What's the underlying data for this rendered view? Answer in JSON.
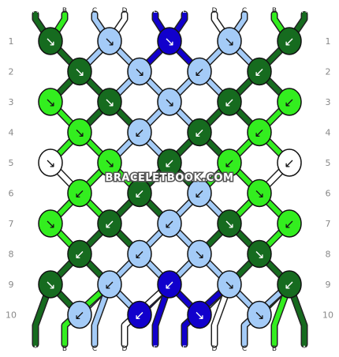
{
  "watermark": "BRACELETBOOK.COM",
  "colors": {
    "A": "#166b1f",
    "B": "#33ee1f",
    "C": "#a4cbf7",
    "D": "#ffffff",
    "E": "#1100cc"
  },
  "strands_top": [
    "A",
    "B",
    "C",
    "D",
    "E",
    "E",
    "D",
    "C",
    "B",
    "A"
  ],
  "strands_bottom": [
    "A",
    "B",
    "C",
    "D",
    "E",
    "E",
    "D",
    "C",
    "B",
    "A"
  ],
  "row_labels": [
    "1",
    "2",
    "3",
    "4",
    "5",
    "6",
    "7",
    "8",
    "9",
    "10"
  ],
  "knots": [
    [
      {
        "c": "A",
        "d": "↘"
      },
      {
        "c": "C",
        "d": "↘"
      },
      {
        "c": "E",
        "d": "↘"
      },
      {
        "c": "C",
        "d": "↘"
      },
      {
        "c": "A",
        "d": "↙"
      }
    ],
    [
      {
        "c": "A",
        "d": "↘"
      },
      {
        "c": "C",
        "d": "↘"
      },
      {
        "c": "C",
        "d": "↙"
      },
      {
        "c": "A",
        "d": "↙"
      }
    ],
    [
      {
        "c": "B",
        "d": "↘"
      },
      {
        "c": "A",
        "d": "↘"
      },
      {
        "c": "C",
        "d": "↘"
      },
      {
        "c": "A",
        "d": "↙"
      },
      {
        "c": "B",
        "d": "↙"
      }
    ],
    [
      {
        "c": "B",
        "d": "↘"
      },
      {
        "c": "C",
        "d": "↙"
      },
      {
        "c": "A",
        "d": "↙"
      },
      {
        "c": "B",
        "d": "↙"
      }
    ],
    [
      {
        "c": "D",
        "d": "↘"
      },
      {
        "c": "B",
        "d": "↘"
      },
      {
        "c": "A",
        "d": "↙"
      },
      {
        "c": "B",
        "d": "↙"
      },
      {
        "c": "D",
        "d": "↙"
      }
    ],
    [
      {
        "c": "B",
        "d": "↙"
      },
      {
        "c": "A",
        "d": "↙"
      },
      {
        "c": "C",
        "d": "↙"
      },
      {
        "c": "B",
        "d": "↘"
      }
    ],
    [
      {
        "c": "B",
        "d": "↘"
      },
      {
        "c": "A",
        "d": "↙"
      },
      {
        "c": "C",
        "d": "↙"
      },
      {
        "c": "A",
        "d": "↘"
      },
      {
        "c": "B",
        "d": "↙"
      }
    ],
    [
      {
        "c": "A",
        "d": "↙"
      },
      {
        "c": "C",
        "d": "↙"
      },
      {
        "c": "C",
        "d": "↘"
      },
      {
        "c": "A",
        "d": "↘"
      }
    ],
    [
      {
        "c": "A",
        "d": "↘"
      },
      {
        "c": "C",
        "d": "↙"
      },
      {
        "c": "E",
        "d": "↙"
      },
      {
        "c": "C",
        "d": "↘"
      },
      {
        "c": "A",
        "d": "↙"
      }
    ],
    [
      {
        "c": "C",
        "d": "↙"
      },
      {
        "c": "E",
        "d": "↙"
      },
      {
        "c": "E",
        "d": "↘"
      },
      {
        "c": "C",
        "d": "↘"
      }
    ]
  ]
}
